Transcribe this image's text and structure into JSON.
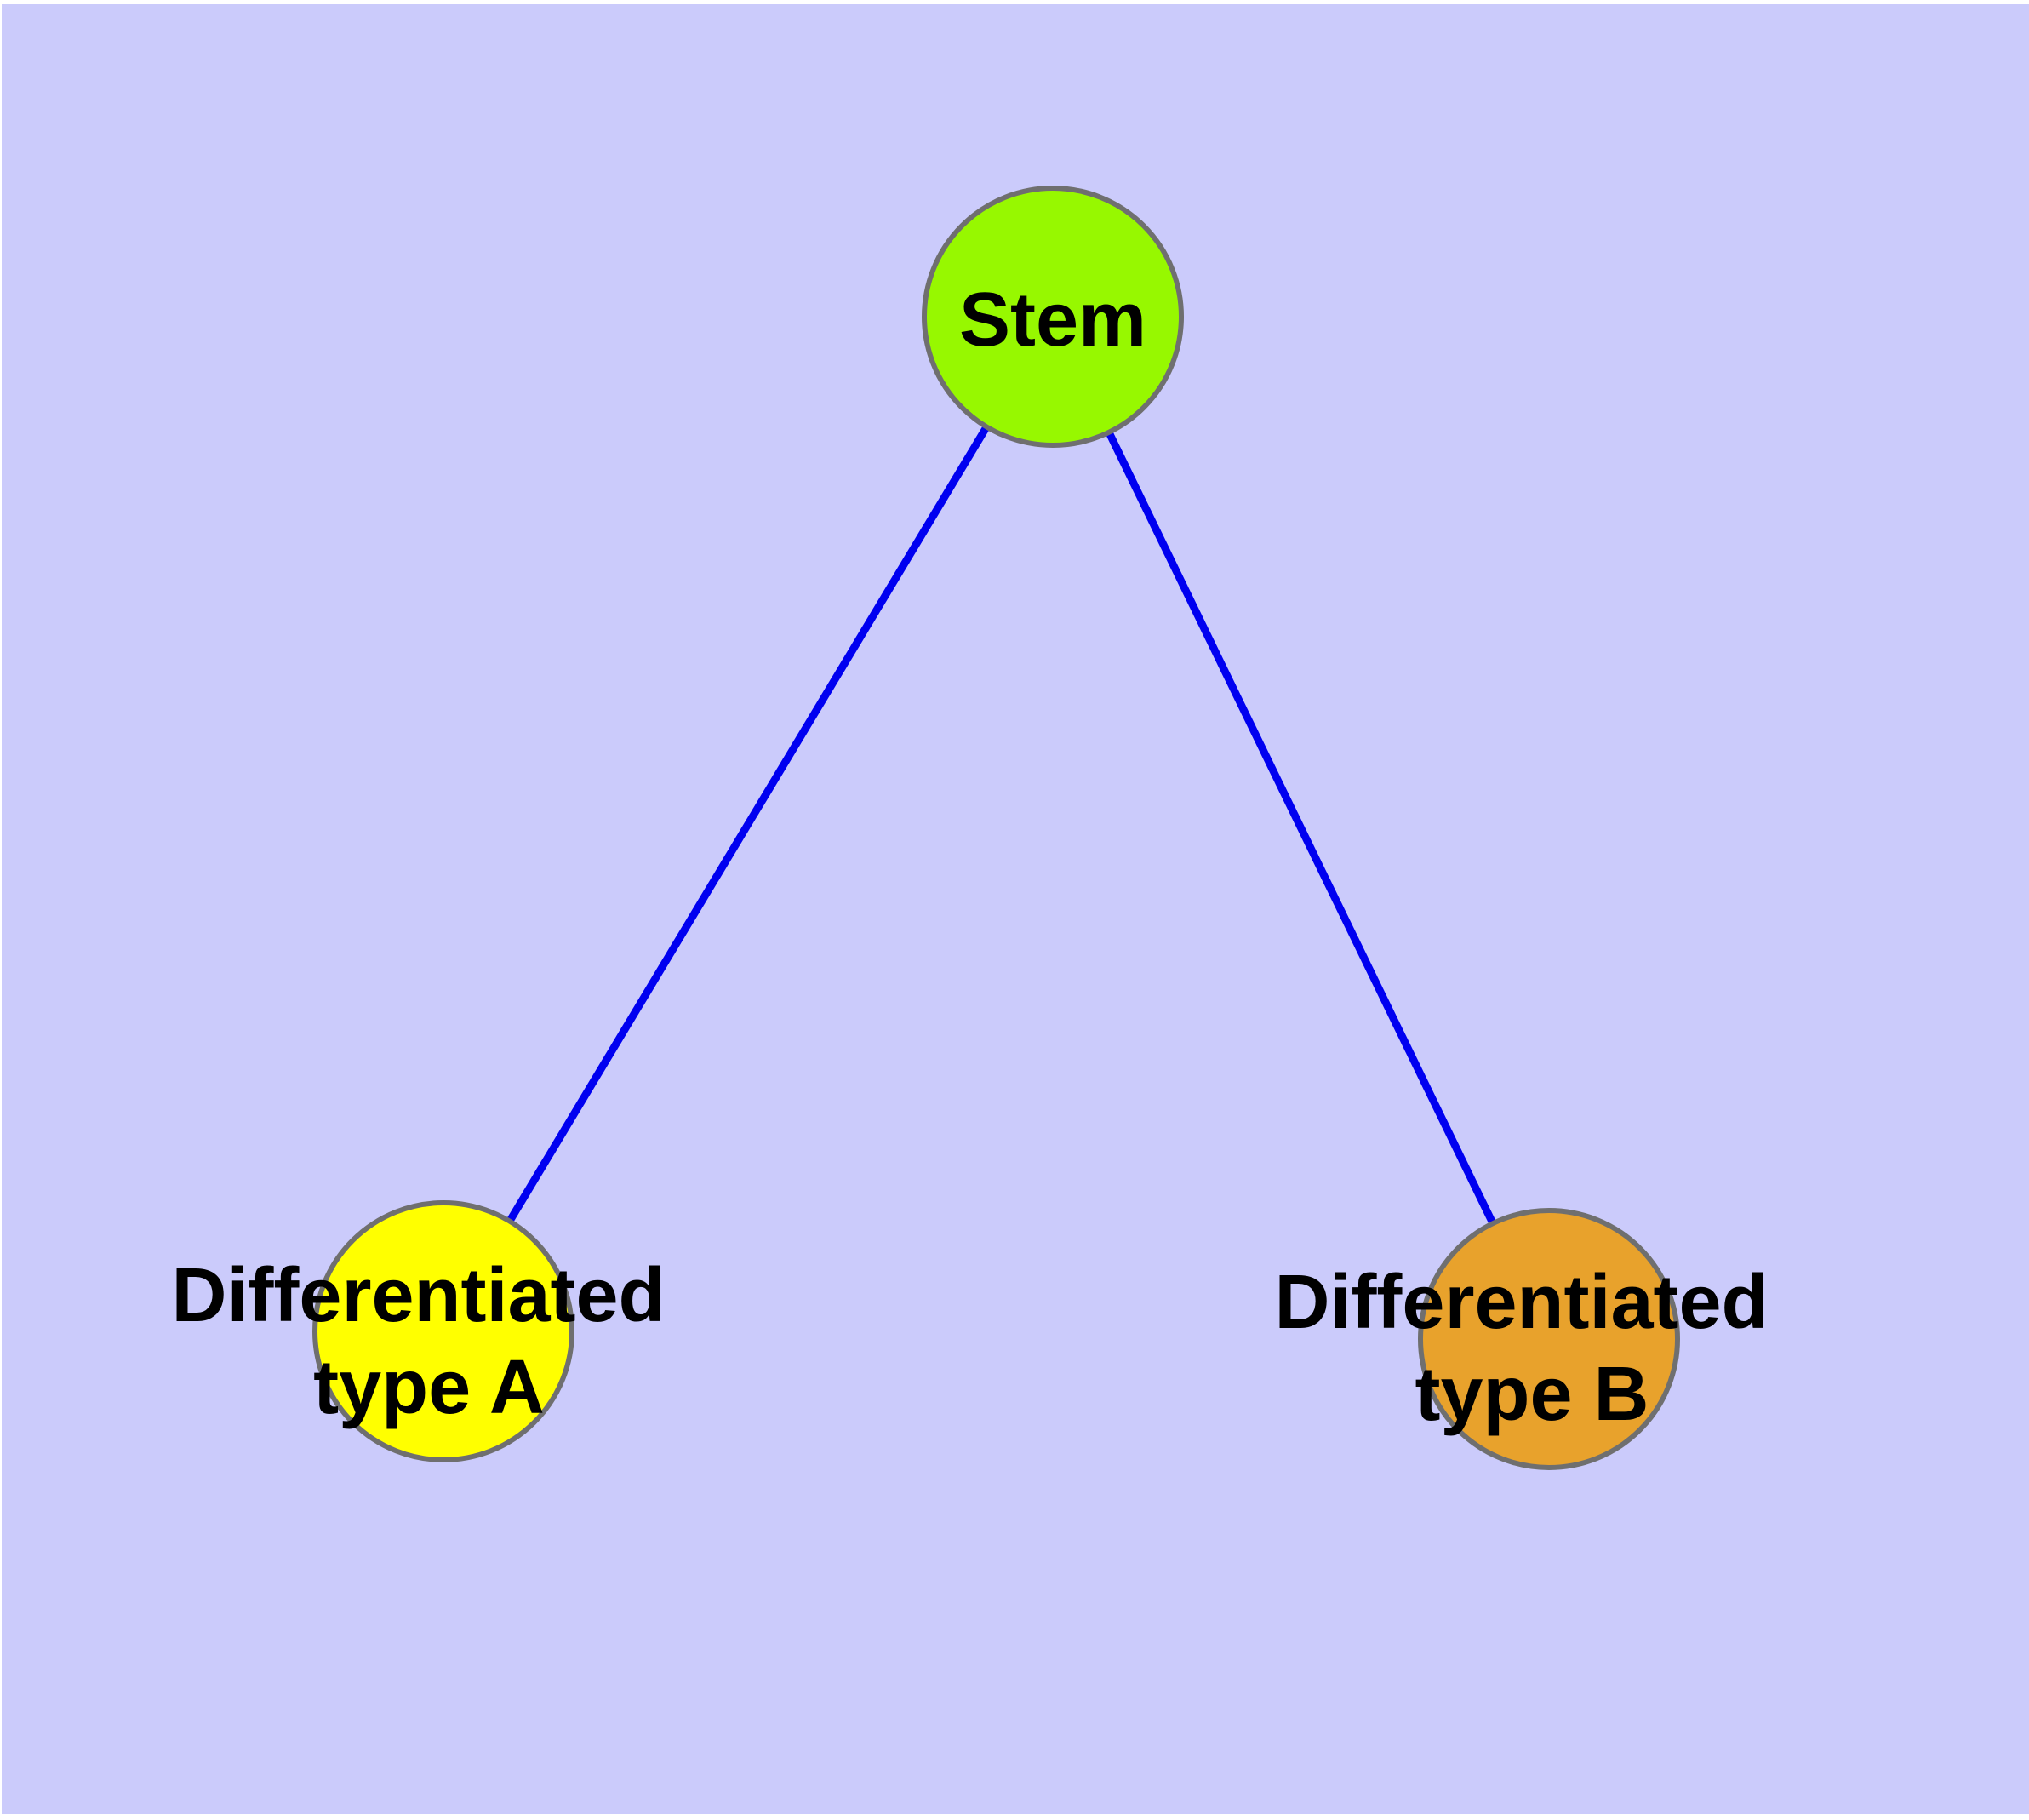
{
  "figure": {
    "type": "node-link-diagram",
    "background_color": "#CBCBFB",
    "margin_color": "#FFFFFF",
    "edge_color": "#0000F0",
    "node_border_color": "#6F6F6F",
    "label_color": "#000000"
  },
  "nodes": [
    {
      "id": "stem",
      "label": "Stem",
      "fill": "#97F800"
    },
    {
      "id": "differentiated-type-a",
      "label_line1": "Differentiated",
      "label_line2": "type A",
      "fill": "#FFFF00"
    },
    {
      "id": "differentiated-type-b",
      "label_line1": "Differentiated",
      "label_line2": "type B",
      "fill": "#E8A22C"
    }
  ],
  "edges": [
    {
      "from": "Stem",
      "to": "Differentiated type A"
    },
    {
      "from": "Stem",
      "to": "Differentiated type B"
    }
  ]
}
